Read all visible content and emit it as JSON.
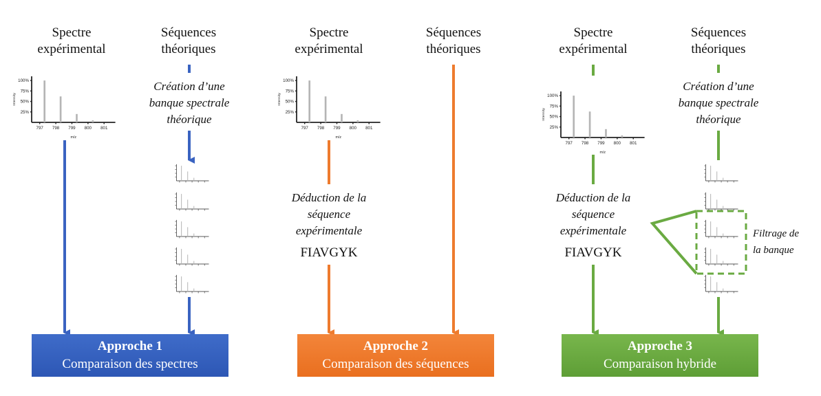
{
  "columns": [
    {
      "left_title": [
        "Spectre",
        "expérimental"
      ],
      "right_title": [
        "Séquences",
        "théoriques"
      ],
      "right_process": [
        "Création d’une",
        "banque spectrale",
        "théorique"
      ],
      "box_title": "Approche 1",
      "box_sub": "Comparaison des spectres",
      "color": "#3a63c1"
    },
    {
      "left_title": [
        "Spectre",
        "expérimental"
      ],
      "right_title": [
        "Séquences",
        "théoriques"
      ],
      "left_process": [
        "Déduction de la",
        "séquence",
        "expérimentale"
      ],
      "sequence": "FIAVGYK",
      "box_title": "Approche 2",
      "box_sub": "Comparaison des séquences",
      "color": "#ee7b2e"
    },
    {
      "left_title": [
        "Spectre",
        "expérimental"
      ],
      "right_title": [
        "Séquences",
        "théoriques"
      ],
      "right_process": [
        "Création d’une",
        "banque spectrale",
        "théorique"
      ],
      "left_process": [
        "Déduction de la",
        "séquence",
        "expérimentale"
      ],
      "sequence": "FIAVGYK",
      "filter_label": [
        "Filtrage de",
        "la banque"
      ],
      "box_title": "Approche 3",
      "box_sub": "Comparaison hybride",
      "color": "#6aaa42"
    }
  ],
  "spectrum": {
    "y_ticks": [
      "100%",
      "75%",
      "50%",
      "25%"
    ],
    "x_ticks": [
      "797",
      "798",
      "799",
      "800",
      "801"
    ],
    "y_label": "Intensity",
    "x_label": "m/z",
    "peaks": [
      {
        "mz": 797.3,
        "intensity": 100
      },
      {
        "mz": 798.3,
        "intensity": 62
      },
      {
        "mz": 799.3,
        "intensity": 20
      },
      {
        "mz": 800.3,
        "intensity": 5
      }
    ]
  }
}
